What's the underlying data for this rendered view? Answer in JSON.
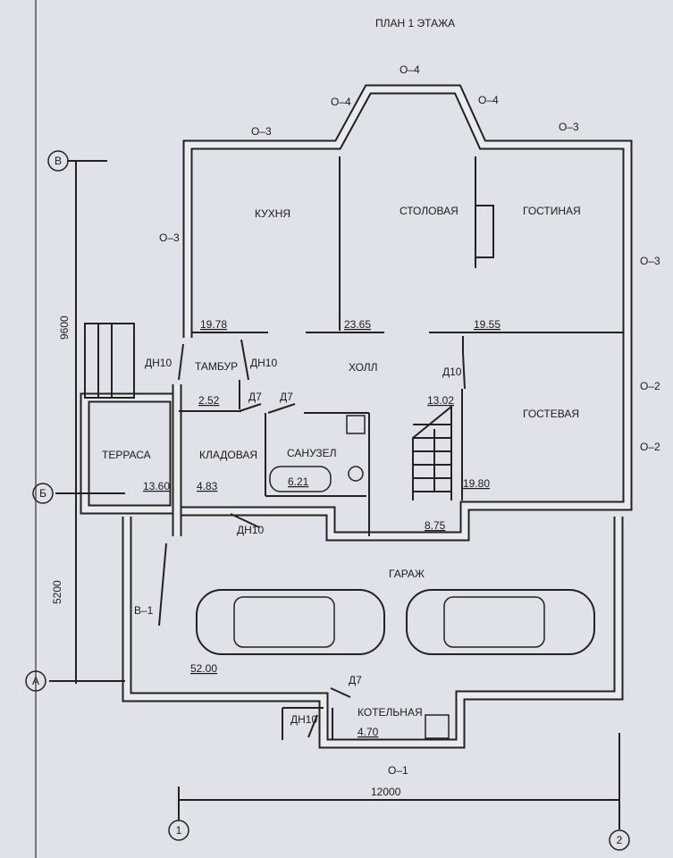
{
  "title": "ПЛАН 1 ЭТАЖА",
  "axes": {
    "v": "В",
    "b": "Б",
    "a": "А",
    "one": "1",
    "two": "2"
  },
  "dimensions": {
    "vertical_upper": "9600",
    "vertical_lower": "5200",
    "horizontal": "12000"
  },
  "rooms": {
    "kitchen": {
      "name": "КУХНЯ",
      "area": "19.78"
    },
    "dining": {
      "name": "СТОЛОВАЯ",
      "area": "23.65"
    },
    "living": {
      "name": "ГОСТИНАЯ",
      "area": "19.55"
    },
    "hall": {
      "name": "ХОЛЛ",
      "area": "13.02"
    },
    "tambur": {
      "name": "ТАМБУР",
      "area": "2.52"
    },
    "guest": {
      "name": "ГОСТЕВАЯ",
      "area": "19.80"
    },
    "terrace": {
      "name": "ТЕРРАСА",
      "area": "13.60"
    },
    "storage": {
      "name": "КЛАДОВАЯ",
      "area": "4.83"
    },
    "bathroom": {
      "name": "САНУЗЕЛ",
      "area": "6.21"
    },
    "stair": {
      "area": "8.75"
    },
    "garage": {
      "name": "ГАРАЖ",
      "area": "52.00"
    },
    "boiler": {
      "name": "КОТЕЛЬНАЯ",
      "area": "4.70"
    }
  },
  "windows": [
    "О–3",
    "О–4",
    "О–4",
    "О–4",
    "О–3",
    "О–3",
    "О–3",
    "О–2",
    "О–2",
    "О–1"
  ],
  "doors": {
    "dn10": "ДН10",
    "d7": "Д7",
    "d10": "Д10",
    "gate": "В–1"
  }
}
